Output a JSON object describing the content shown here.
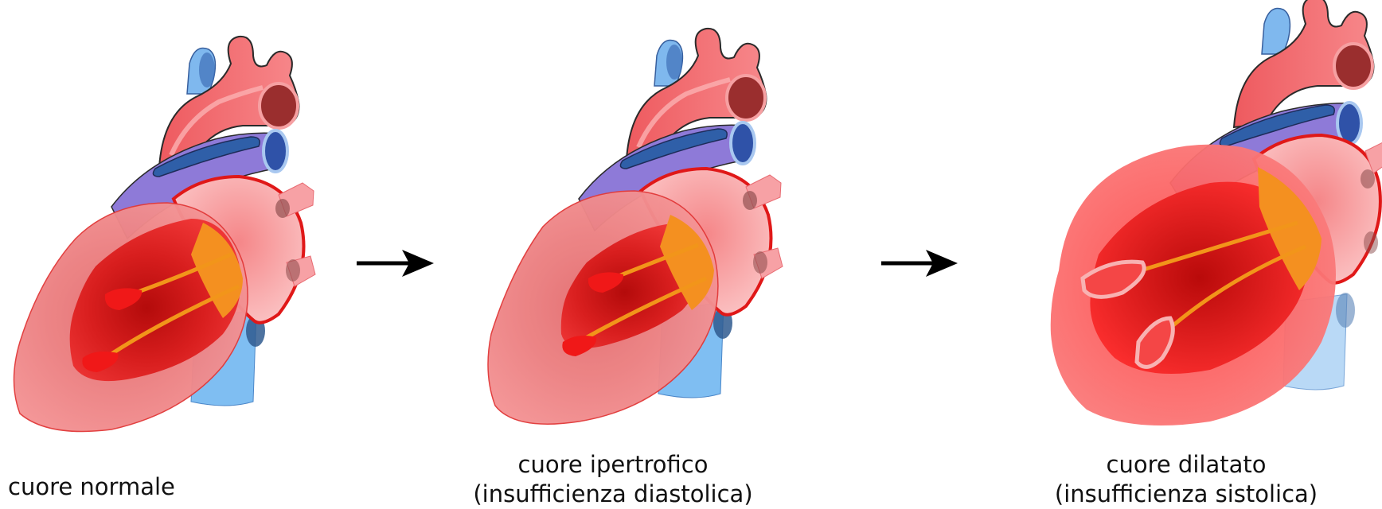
{
  "panels": [
    {
      "id": "normal",
      "caption_lines": [
        "cuore normale"
      ]
    },
    {
      "id": "hypertrophic",
      "caption_lines": [
        "cuore ipertrofico",
        "(insufficienza diastolica)"
      ]
    },
    {
      "id": "dilated",
      "caption_lines": [
        "cuore dilatato",
        "(insufficienza sistolica)"
      ]
    }
  ],
  "colors": {
    "aorta": "#f0696d",
    "aorta_dark": "#9a2e2e",
    "vena_cava": "#7fb8ee",
    "vena_cava_dark": "#2f4f9e",
    "pulmonary_band": "#8e78d8",
    "pulmonary_vein": "#2f5fa8",
    "atrium": "#f8a6a8",
    "atrium_outline": "#e01818",
    "ventricle_wall": "#f48a8c",
    "ventricle_cavity": "#d51e1e",
    "septum": "#f2951a",
    "arrow": "#000000"
  }
}
